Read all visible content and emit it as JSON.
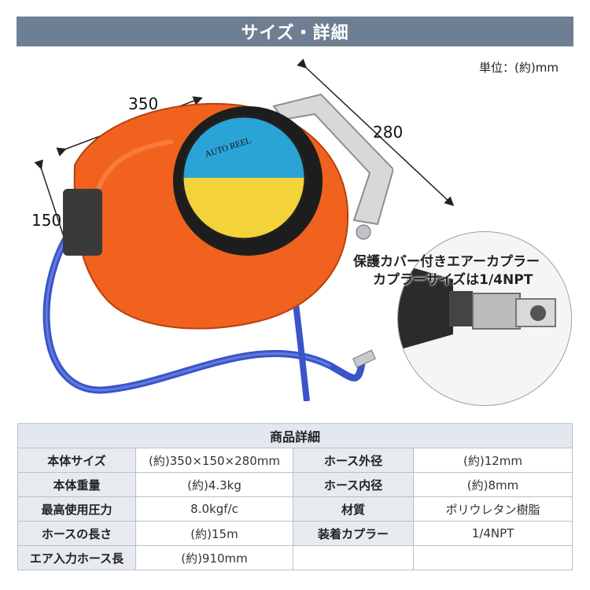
{
  "banner": {
    "title": "サイズ・詳細"
  },
  "unit_note": "単位：(約)mm",
  "dimensions": {
    "width": "350",
    "depth": "280",
    "height": "150"
  },
  "product_label": {
    "brand": "AUTO REEL"
  },
  "callout": {
    "line1": "保護カバー付きエアーカプラー",
    "line2": "カプラーサイズは1/4NPT"
  },
  "colors": {
    "banner": "#6f7f93",
    "reel_orange": "#f0621e",
    "hose_blue": "#3a55c8",
    "table_label_bg": "#e7ebf0"
  },
  "spec_table": {
    "heading": "商品詳細",
    "rows": [
      {
        "label1": "本体サイズ",
        "value1": "(約)350×150×280mm",
        "label2": "ホース外径",
        "value2": "(約)12mm"
      },
      {
        "label1": "本体重量",
        "value1": "(約)4.3kg",
        "label2": "ホース内径",
        "value2": "(約)8mm"
      },
      {
        "label1": "最高使用圧力",
        "value1": "8.0kgf/c",
        "label2": "材質",
        "value2": "ポリウレタン樹脂"
      },
      {
        "label1": "ホースの長さ",
        "value1": "(約)15m",
        "label2": "装着カプラー",
        "value2": "1/4NPT"
      },
      {
        "label1": "エア入力ホース長",
        "value1": "(約)910mm",
        "label2": "",
        "value2": ""
      }
    ]
  }
}
